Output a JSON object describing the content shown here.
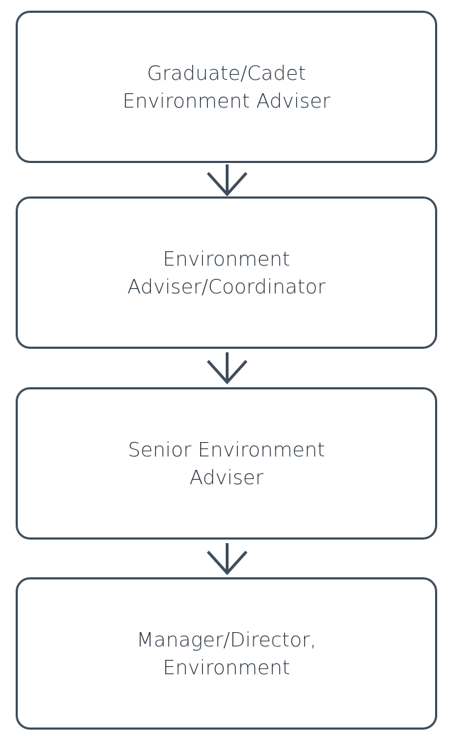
{
  "diagram": {
    "steps": [
      {
        "line1": "Graduate/Cadet",
        "line2": "Environment Adviser"
      },
      {
        "line1": "Environment",
        "line2": "Adviser/Coordinator"
      },
      {
        "line1": "Senior Environment",
        "line2": "Adviser"
      },
      {
        "line1": "Manager/Director,",
        "line2": "Environment"
      }
    ],
    "colors": {
      "stroke": "#3F4D5A",
      "text": "#2B3640"
    },
    "arrow_icon": "arrow-down-icon"
  }
}
